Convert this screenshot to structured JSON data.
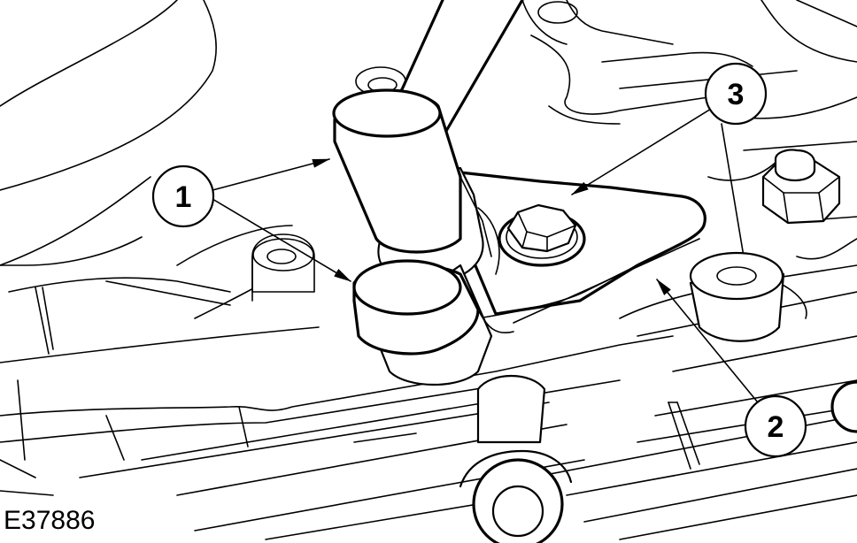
{
  "figure_id": "E37886",
  "callouts": [
    {
      "label": "1"
    },
    {
      "label": "2"
    },
    {
      "label": "3"
    }
  ]
}
